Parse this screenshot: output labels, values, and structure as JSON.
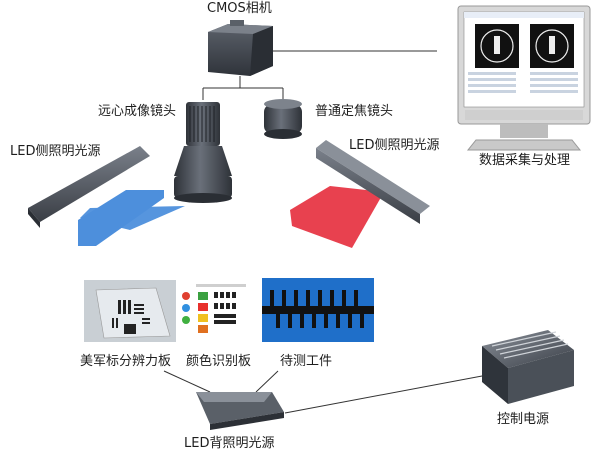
{
  "labels": {
    "cmos_camera": "CMOS相机",
    "telecentric_lens": "远心成像镜头",
    "fixed_focus_lens": "普通定焦镜头",
    "led_side_light_left": "LED侧照明光源",
    "led_side_light_right": "LED侧照明光源",
    "data_processing": "数据采集与处理",
    "usaf_resolution_board": "美军标分辨力板",
    "color_recognition_board": "颜色识别板",
    "workpiece_under_test": "待测工件",
    "led_backlight": "LED背照明光源",
    "control_power": "控制电源"
  },
  "colors": {
    "left_light_spot": "#4d8fdc",
    "right_light_spot": "#e8414f",
    "device_body": "#4a4f57",
    "monitor_frame": "#d8d8d8",
    "strip_image_bg": "#1f6fc9"
  }
}
